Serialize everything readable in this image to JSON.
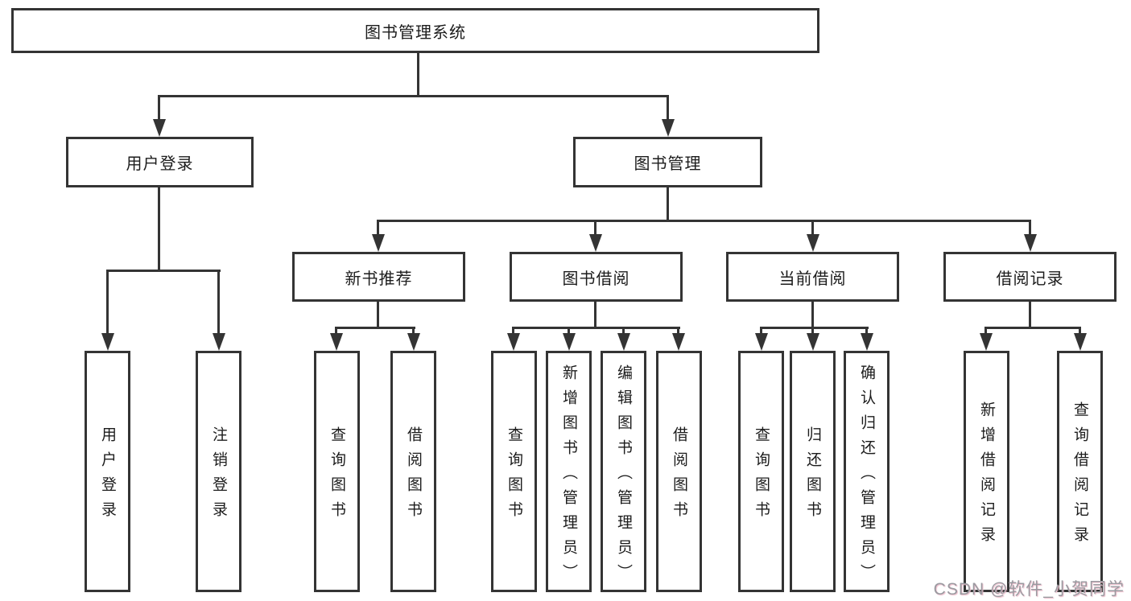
{
  "tree": {
    "root": "图书管理系统",
    "children": [
      {
        "label": "用户登录",
        "children": [
          "用户登录",
          "注销登录"
        ]
      },
      {
        "label": "图书管理",
        "children": [
          {
            "label": "新书推荐",
            "children": [
              "查询图书",
              "借阅图书"
            ]
          },
          {
            "label": "图书借阅",
            "children": [
              "查询图书",
              "新增图书（管理员）",
              "编辑图书（管理员）",
              "借阅图书"
            ]
          },
          {
            "label": "当前借阅",
            "children": [
              "查询图书",
              "归还图书",
              "确认归还（管理员）"
            ]
          },
          {
            "label": "借阅记录",
            "children": [
              "新增借阅记录",
              "查询借阅记录"
            ]
          }
        ]
      }
    ]
  },
  "watermark": "CSDN @软件_小贺同学",
  "colors": {
    "line": "#343434",
    "node_border": "#343434",
    "node_text": "#1c1c1c",
    "background": "#ffffff",
    "watermark_text": "#9a9aa0",
    "watermark_accent": "#eebccb"
  }
}
